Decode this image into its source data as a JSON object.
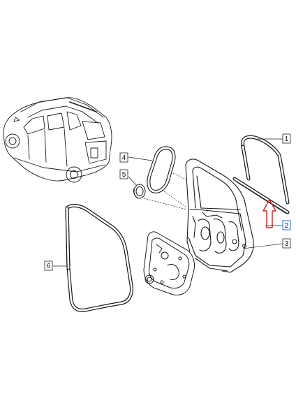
{
  "callouts": [
    {
      "id": "1",
      "highlight": false
    },
    {
      "id": "2",
      "highlight": true
    },
    {
      "id": "3",
      "highlight": false
    },
    {
      "id": "4",
      "highlight": false
    },
    {
      "id": "5",
      "highlight": false
    },
    {
      "id": "6",
      "highlight": false
    }
  ],
  "watermark": {
    "line1": "",
    "line2": ""
  },
  "colors": {
    "arrow": "#cc1f1f",
    "highlight_box": "#2a6fd6",
    "line": "#1a1a1a"
  }
}
